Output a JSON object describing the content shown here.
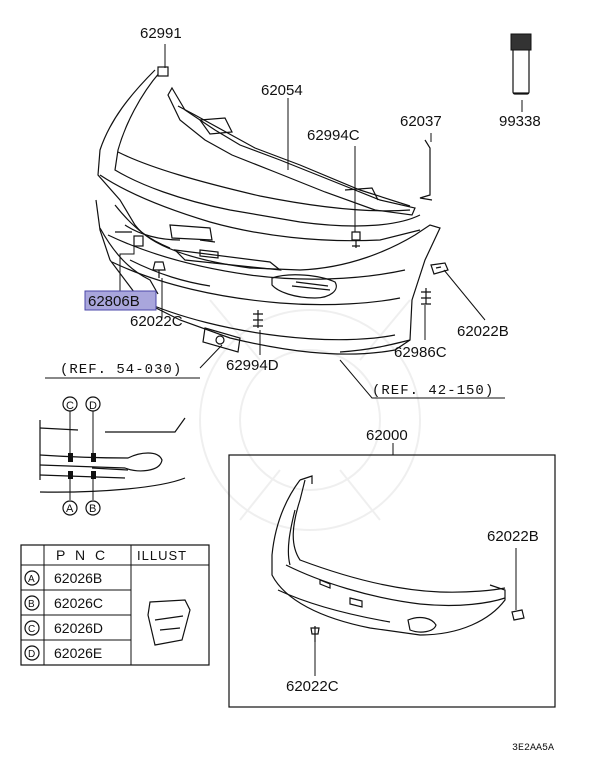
{
  "labels": {
    "p62991": "62991",
    "p62054": "62054",
    "p62994C": "62994C",
    "p62037": "62037",
    "p99338": "99338",
    "p62806B": "62806B",
    "p62022C_top": "62022C",
    "p62022B_top": "62022B",
    "p62986C": "62986C",
    "p62994D": "62994D",
    "ref_54": "(REF. 54-030)",
    "ref_42": "(REF. 42-150)",
    "p62000": "62000",
    "p62022B_box": "62022B",
    "p62022C_box": "62022C",
    "code": "3E2AA5A"
  },
  "markers": {
    "C": "C",
    "D": "D",
    "A": "A",
    "B": "B"
  },
  "table": {
    "headers": [
      "P N C",
      "ILLUST"
    ],
    "rows": [
      {
        "key": "A",
        "pnc": "62026B"
      },
      {
        "key": "B",
        "pnc": "62026C"
      },
      {
        "key": "C",
        "pnc": "62026D"
      },
      {
        "key": "D",
        "pnc": "62026E"
      }
    ]
  },
  "colors": {
    "highlight": "#a9a6dc",
    "highlight_border": "#4b47a8",
    "line": "#111111"
  }
}
